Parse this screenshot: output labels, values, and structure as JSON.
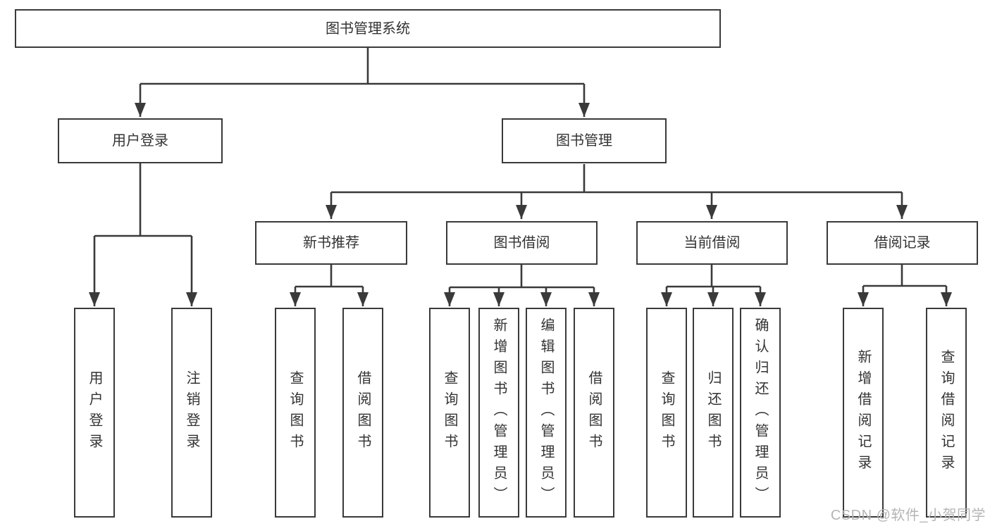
{
  "tree": {
    "root": "图书管理系统",
    "user_login": {
      "label": "用户登录",
      "children": [
        "用户登录",
        "注销登录"
      ]
    },
    "book_mgmt": {
      "label": "图书管理",
      "sections": [
        {
          "label": "新书推荐",
          "children": [
            "查询图书",
            "借阅图书"
          ]
        },
        {
          "label": "图书借阅",
          "children": [
            "查询图书",
            "新增图书（管理员）",
            "编辑图书（管理员）",
            "借阅图书"
          ]
        },
        {
          "label": "当前借阅",
          "children": [
            "查询图书",
            "归还图书",
            "确认归还（管理员）"
          ]
        },
        {
          "label": "借阅记录",
          "children": [
            "新增借阅记录",
            "查询借阅记录"
          ]
        }
      ]
    }
  },
  "watermark": {
    "text": "CSDN @软件_小贺同学"
  },
  "colors": {
    "line": "#3a3a3a",
    "text": "#333333",
    "watermark": "#b5b5b5",
    "background": "#ffffff"
  }
}
